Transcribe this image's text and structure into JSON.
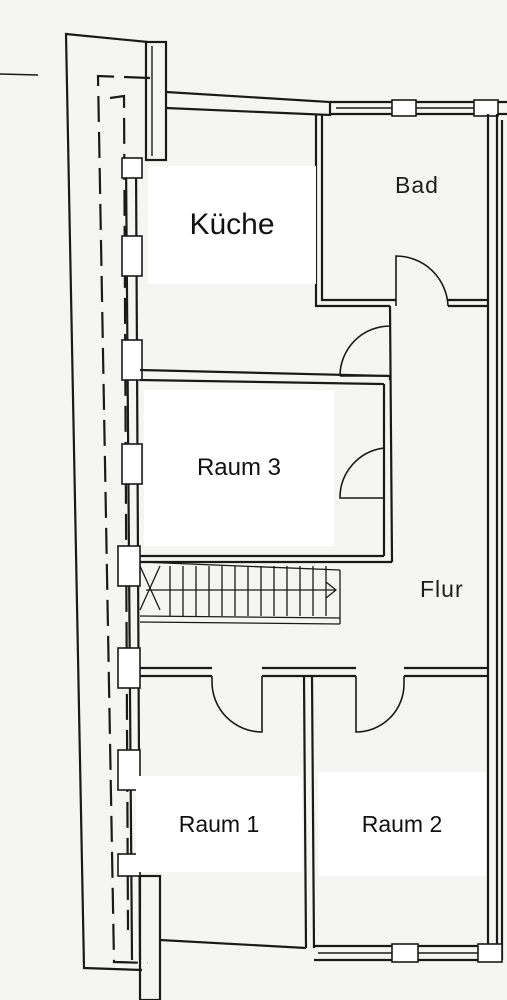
{
  "plan": {
    "rooms": [
      {
        "key": "kueche",
        "label": "Küche"
      },
      {
        "key": "bad",
        "label": "Bad"
      },
      {
        "key": "raum3",
        "label": "Raum 3"
      },
      {
        "key": "flur",
        "label": "Flur"
      },
      {
        "key": "raum1",
        "label": "Raum 1"
      },
      {
        "key": "raum2",
        "label": "Raum 2"
      }
    ],
    "colors": {
      "background": "#f5f5f4",
      "line": "#1a1a1a",
      "label_box": "#ffffff"
    }
  }
}
